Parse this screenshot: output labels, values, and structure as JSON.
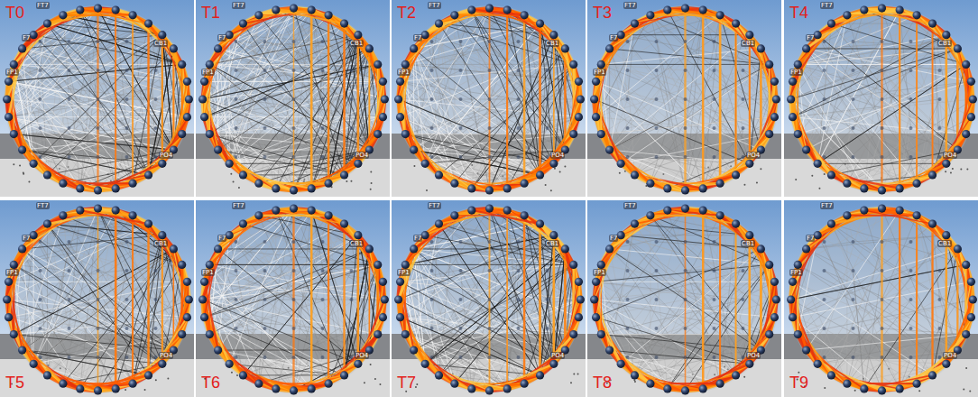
{
  "diagram": {
    "nodes": [
      {
        "text": [
          "T0"
        ]
      },
      {
        "text": [
          "T1"
        ]
      },
      {
        "text": [
          "T2"
        ]
      },
      {
        "text": [
          "T3"
        ]
      },
      {
        "text": [
          "T4"
        ]
      },
      {
        "text": [
          "T5"
        ]
      },
      {
        "text": [
          "T6"
        ]
      },
      {
        "text": [
          "T7"
        ]
      },
      {
        "text": [
          "T8"
        ]
      },
      {
        "text": [
          "T9"
        ]
      }
    ],
    "labels": [
      "FT7",
      "F7",
      "FP1",
      "CB1",
      "PO4",
      "FT7",
      "F7",
      "FP1",
      "CB1",
      "PO4",
      "FT7",
      "F7",
      "FP1",
      "CB1",
      "PO4",
      "FT7",
      "F7",
      "FP1",
      "CB1",
      "PO4",
      "FT7",
      "F7",
      "FP1",
      "CB1",
      "PO4",
      "FT7",
      "F7",
      "FP1",
      "CB1",
      "PO4",
      "FT7",
      "F7",
      "FP1",
      "CB1",
      "PO4",
      "FT7",
      "F7",
      "FP1",
      "CB1",
      "PO4",
      "FT7",
      "F7",
      "FP1",
      "CB1",
      "PO4",
      "FT7",
      "F7",
      "FP1",
      "CB1",
      "PO4"
    ]
  }
}
